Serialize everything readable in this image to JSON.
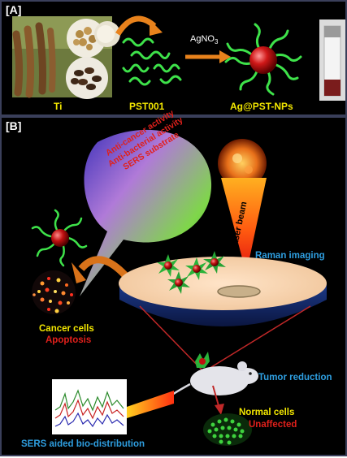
{
  "panel_a": {
    "label": "[A]",
    "reagent": "AgNO",
    "reagent_subscript": "3",
    "captions": {
      "source": "Ti",
      "polymer": "PST001",
      "nanoparticle": "Ag@PST-NPs"
    }
  },
  "panel_b": {
    "label": "[B]",
    "bubble_lines": [
      "Anti-cancer activity",
      "Anti-bacterial activity",
      "SERS substrate"
    ],
    "laser": "Laser beam",
    "raman": "Raman imaging",
    "cancer_cells": "Cancer cells",
    "apoptosis": "Apoptosis",
    "tumor": "Tumor reduction",
    "normal_cells": "Normal cells",
    "unaffected": "Unaffected",
    "sers": "SERS aided bio-distribution"
  },
  "colors": {
    "yellow": "#f2e600",
    "red": "#e0201b",
    "blue": "#2e9ee0",
    "white": "#ffffff"
  }
}
